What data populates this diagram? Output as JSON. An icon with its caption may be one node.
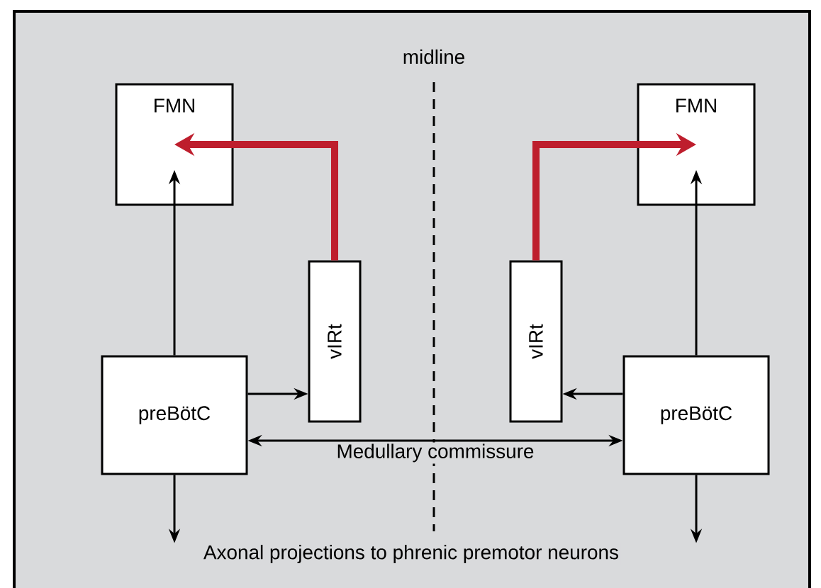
{
  "diagram": {
    "nodes": [
      {
        "text": [
          "FMN"
        ]
      },
      {
        "text": [
          "vIRt"
        ]
      },
      {
        "text": [
          "preBötC"
        ]
      },
      {
        "text": [
          "FMN"
        ]
      },
      {
        "text": [
          "vIRt"
        ]
      },
      {
        "text": [
          "preBötC"
        ]
      },
      {
        "text": [
          "Axonal projections to phrenic premotor neurons"
        ]
      }
    ],
    "edges": [
      {
        "from": 2,
        "to": 0,
        "arrow": "to"
      },
      {
        "from": 2,
        "to": 1,
        "arrow": "to"
      },
      {
        "from": 1,
        "to": 0,
        "arrow": "to",
        "style": "thick",
        "color": "#be1e2d"
      },
      {
        "from": 4,
        "to": 3,
        "arrow": "to",
        "style": "thick",
        "color": "#be1e2d"
      },
      {
        "from": 5,
        "to": 3,
        "arrow": "to"
      },
      {
        "from": 5,
        "to": 4,
        "arrow": "to"
      },
      {
        "from": 2,
        "to": 5,
        "arrow": "both",
        "label": "Medullary commissure"
      },
      {
        "from": 2,
        "to": 6,
        "arrow": "to"
      },
      {
        "from": 5,
        "to": 6,
        "arrow": "to"
      }
    ],
    "labels": [
      "midline"
    ]
  }
}
